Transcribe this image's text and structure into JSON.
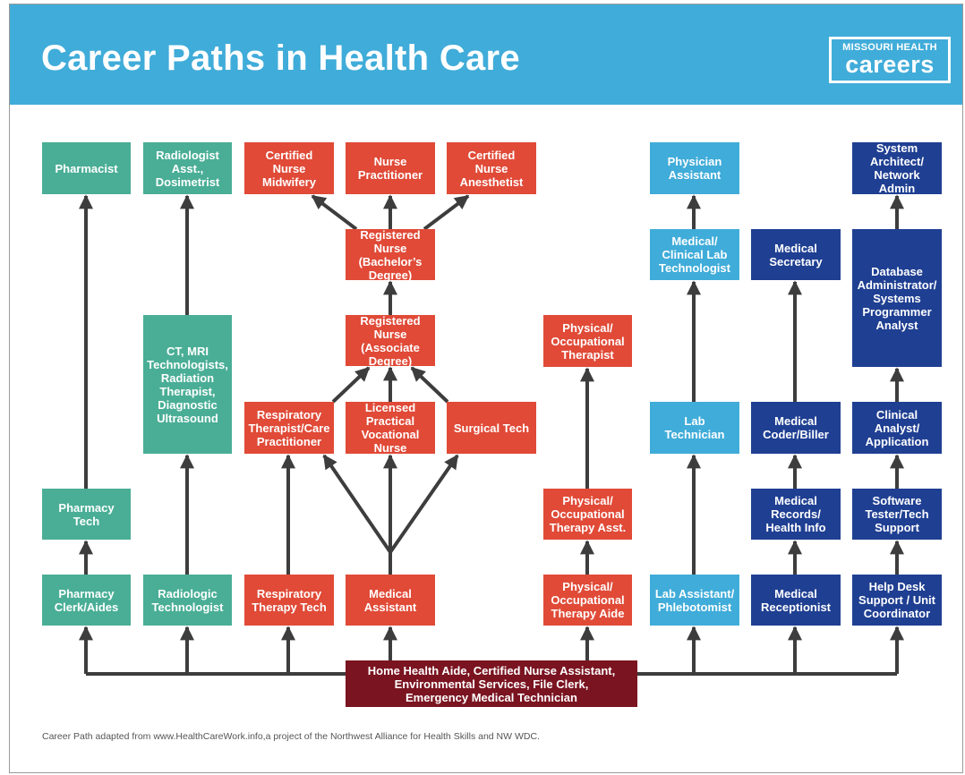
{
  "title": "Career Paths in Health Care",
  "logo": {
    "top": "MISSOURI HEALTH",
    "bottom": "careers"
  },
  "colors": {
    "header": "#40acd9",
    "teal": "#4aae96",
    "red": "#e04a37",
    "light_blue": "#40acd9",
    "dark_blue": "#1f3f92",
    "maroon": "#7a1420",
    "arrow": "#3d3d3d"
  },
  "boxes": {
    "pharmacist": "Pharmacist",
    "radiologist_asst": "Radiologist\nAsst.,\nDosimetrist",
    "cert_nurse_midwifery": "Certified\nNurse\nMidwifery",
    "nurse_practitioner": "Nurse\nPractitioner",
    "cert_nurse_anesthetist": "Certified\nNurse\nAnesthetist",
    "physician_assistant": "Physician\nAssistant",
    "system_architect": "System\nArchitect/\nNetwork\nAdmin",
    "rn_bachelor": "Registered\nNurse\n(Bachelor’s\nDegree)",
    "med_clinical_lab_tech": "Medical/\nClinical Lab\nTechnologist",
    "medical_secretary": "Medical\nSecretary",
    "database_admin": "Database\nAdministrator/\nSystems\nProgrammer\nAnalyst",
    "ct_mri": "CT, MRI\nTechnologists,\nRadiation\nTherapist,\nDiagnostic\nUltrasound",
    "rn_associate": "Registered\nNurse\n(Associate\nDegree)",
    "physical_occ_therapist": "Physical/\nOccupational\nTherapist",
    "respiratory_therapist": "Respiratory\nTherapist/Care\nPractitioner",
    "lpn": "Licensed\nPractical\nVocational\nNurse",
    "surgical_tech": "Surgical Tech",
    "lab_technician": "Lab\nTechnician",
    "medical_coder": "Medical\nCoder/Biller",
    "clinical_analyst": "Clinical\nAnalyst/\nApplication",
    "pharmacy_tech": "Pharmacy\nTech",
    "pt_ot_asst": "Physical/\nOccupational\nTherapy Asst.",
    "medical_records": "Medical\nRecords/\nHealth Info",
    "software_tester": "Software\nTester/Tech\nSupport",
    "pharmacy_clerk": "Pharmacy\nClerk/Aides",
    "radiologic_technologist": "Radiologic\nTechnologist",
    "respiratory_therapy_tech": "Respiratory\nTherapy Tech",
    "medical_assistant": "Medical\nAssistant",
    "pt_ot_aide": "Physical/\nOccupational\nTherapy Aide",
    "lab_assistant": "Lab Assistant/\nPhlebotomist",
    "medical_receptionist": "Medical\nReceptionist",
    "help_desk": "Help Desk\nSupport / Unit\nCoordinator",
    "home_health_aide": "Home Health Aide, Certified Nurse Assistant,\nEnvironmental Services, File Clerk,\nEmergency Medical Technician"
  },
  "footer": "Career Path adapted from www.HealthCareWork.info,a project of the Northwest Alliance for Health Skills and NW WDC."
}
